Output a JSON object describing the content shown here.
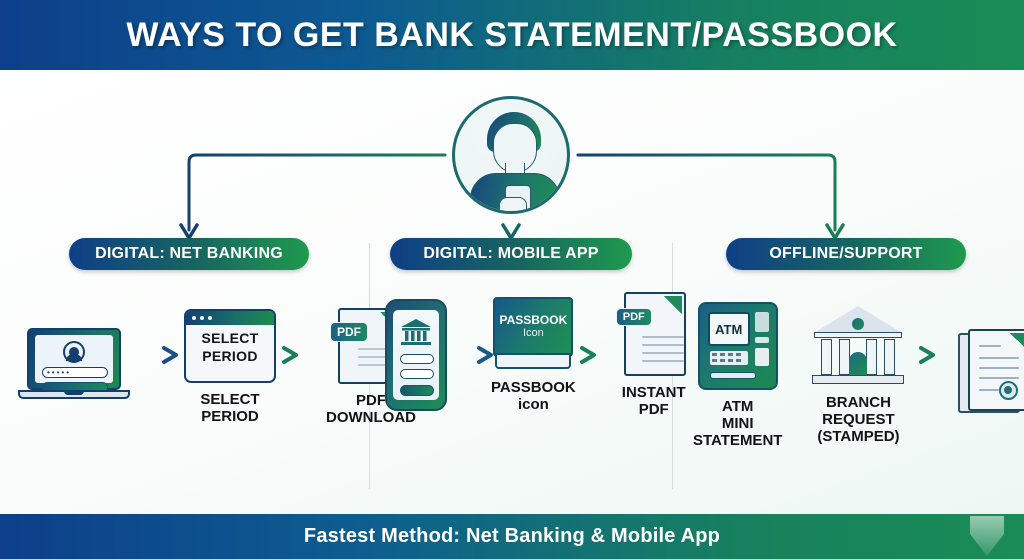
{
  "header": {
    "title": "WAYS TO GET BANK STATEMENT/PASSBOOK"
  },
  "avatar": {
    "name": "user-holding-phone"
  },
  "columns": [
    {
      "pill_label": "DIGITAL: NET BANKING",
      "steps": [
        {
          "icon": "laptop-login-icon",
          "caption": "",
          "screen_text": ""
        },
        {
          "icon": "browser-window-icon",
          "caption": "SELECT\nPERIOD",
          "screen_text": "SELECT\nPERIOD"
        },
        {
          "icon": "pdf-download-icon",
          "caption": "PDF\nDOWNLOAD",
          "badge": "PDF"
        }
      ]
    },
    {
      "pill_label": "DIGITAL: MOBILE APP",
      "steps": [
        {
          "icon": "mobile-phone-bank-icon",
          "caption": "",
          "screen_text": ""
        },
        {
          "icon": "passbook-book-icon",
          "caption": "PASSBOOK\nicon",
          "cover_line1": "PASSBOOK",
          "cover_line2": "Icon"
        },
        {
          "icon": "pdf-document-icon",
          "caption": "INSTANT\nPDF",
          "badge": "PDF"
        }
      ]
    },
    {
      "pill_label": "OFFLINE/SUPPORT",
      "steps": [
        {
          "icon": "atm-machine-icon",
          "caption": "ATM\nMINI\nSTATEMENT",
          "screen_text": "ATM"
        },
        {
          "icon": "bank-building-icon",
          "caption": "BRANCH\nREQUEST\n(STAMPED)"
        },
        {
          "icon": "stamped-document-icon",
          "caption": ""
        }
      ]
    }
  ],
  "footer": {
    "text": "Fastest Method: Net Banking & Mobile App"
  },
  "colors": {
    "brand_blue": "#0d3f8a",
    "brand_green": "#1a8c55",
    "arrow_blue": "#1b4f84",
    "arrow_green": "#1a7f5e",
    "connector": "#17406f",
    "caption_text": "#111316",
    "canvas_bg": "#f3faf7"
  }
}
